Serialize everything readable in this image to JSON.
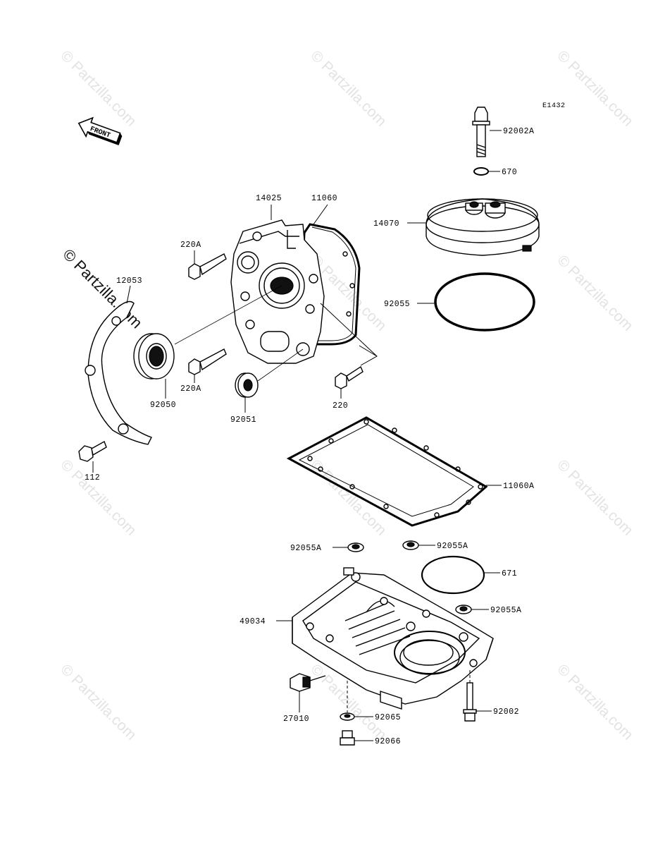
{
  "diagram_code": "E1432",
  "front_arrow_label": "FRONT",
  "watermark_text": "© Partzilla.com",
  "parts": {
    "p92002A": "92002A",
    "p670": "670",
    "p14070": "14070",
    "p92055": "92055",
    "p14025": "14025",
    "p11060": "11060",
    "p220A_top": "220A",
    "p12053": "12053",
    "p92050": "92050",
    "p220A_bottom": "220A",
    "p92051": "92051",
    "p220": "220",
    "p112": "112",
    "p11060A": "11060A",
    "p92055A_left": "92055A",
    "p92055A_mid": "92055A",
    "p671": "671",
    "p92055A_right": "92055A",
    "p49034": "49034",
    "p27010": "27010",
    "p92065": "92065",
    "p92002": "92002",
    "p92066": "92066"
  }
}
